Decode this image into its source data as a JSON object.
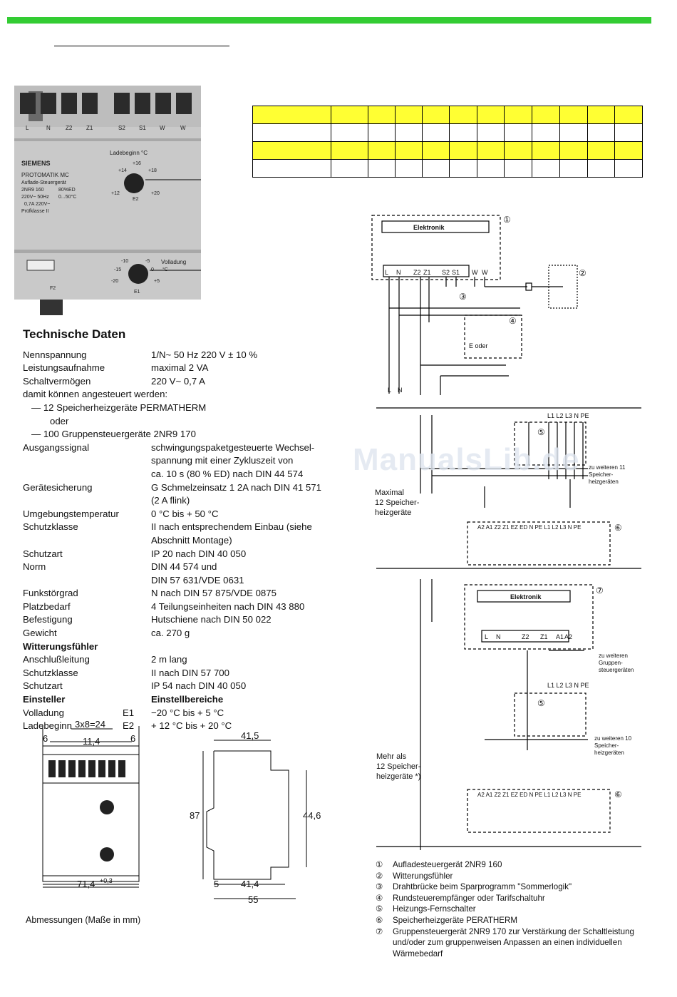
{
  "device": {
    "terminals": [
      "L",
      "N",
      "Z2",
      "Z1",
      "S2",
      "S1",
      "W",
      "W"
    ],
    "brand": "SIEMENS",
    "model": "PROTOMATIK MC",
    "desc1": "Auflade-Steuergerät",
    "desc2": "2NR9 160",
    "desc2b": "80%ED",
    "desc3": "220V~ 50Hz",
    "desc3b": "0...50°C",
    "desc4": "0,7A 220V~",
    "desc5": "Prüfklasse II",
    "dial1_title": "Ladebeginn °C",
    "dial1_scale": [
      "+14",
      "+16",
      "+18",
      "+12",
      "+20"
    ],
    "dial1_id": "E2",
    "dial2_title": "Volladung",
    "dial2_unit": "°C",
    "dial2_scale": [
      "-10",
      "-5",
      "-15",
      "0",
      "-20",
      "+5"
    ],
    "dial2_id": "E1",
    "fuse": "F2"
  },
  "spec": {
    "title": "Technische Daten",
    "rows": [
      {
        "label": "Nennspannung",
        "value": "1/N~  50 Hz  220 V ± 10 %"
      },
      {
        "label": "Leistungsaufnahme",
        "value": "maximal 2 VA"
      },
      {
        "label": "Schaltvermögen",
        "value": "220 V~ 0,7 A"
      }
    ],
    "controls_intro": "damit können angesteuert werden:",
    "controls_1": "—  12 Speicherheizgeräte PERMATHERM",
    "controls_or": "oder",
    "controls_2": "—  100 Gruppensteuergeräte 2NR9 170",
    "ausgang_label": "Ausgangssignal",
    "ausgang_1": "schwingungspaketgesteuerte  Wechsel-",
    "ausgang_2": "spannung mit einer Zykluszeit von",
    "ausgang_3": "ca. 10 s (80 % ED) nach DIN 44 574",
    "sich_label": "Gerätesicherung",
    "sich_1": "G Schmelzeinsatz 1 2A nach DIN 41 571",
    "sich_2": "(2 A flink)",
    "umg_label": "Umgebungstemperatur",
    "umg_value": "0 °C bis + 50 °C",
    "sk_label": "Schutzklasse",
    "sk_1": "II nach entsprechendem Einbau (siehe",
    "sk_2": "Abschnitt Montage)",
    "sa_label": "Schutzart",
    "sa_value": "IP 20 nach DIN 40 050",
    "norm_label": "Norm",
    "norm_1": "DIN 44 574 und",
    "norm_2": "DIN 57 631/VDE 0631",
    "rows2": [
      {
        "label": "Funkstörgrad",
        "value": "N nach DIN 57 875/VDE 0875"
      },
      {
        "label": "Platzbedarf",
        "value": "4 Teilungseinheiten nach DIN 43 880"
      },
      {
        "label": "Befestigung",
        "value": "Hutschiene nach DIN 50 022"
      },
      {
        "label": "Gewicht",
        "value": "ca. 270 g"
      }
    ],
    "wf_title": "Witterungsfühler",
    "rows3": [
      {
        "label": "Anschlußleitung",
        "value": "2 m lang"
      },
      {
        "label": "Schutzklasse",
        "value": "II nach DIN 57 700"
      },
      {
        "label": "Schutzart",
        "value": "IP 54 nach DIN 40 050"
      }
    ],
    "einsteller": "Einsteller",
    "einstellbereiche": "Einstellbereiche",
    "e_rows": [
      {
        "label": "Volladung",
        "id": "E1",
        "value": "−20 °C bis + 5 °C"
      },
      {
        "label": "Ladebeginn",
        "id": "E2",
        "value": "+ 12 °C bis + 20 °C"
      }
    ]
  },
  "dims": {
    "top1": "3x8=24",
    "six_l": "6",
    "mid": "11,4",
    "six_r": "6",
    "width": "71,4",
    "tol": "+0,3",
    "h87": "87",
    "w41_5": "41,5",
    "h44_6": "44,6",
    "w5": "5",
    "w41_4": "41,4",
    "w55": "55",
    "caption": "Abmessungen (Maße in mm)"
  },
  "diagram": {
    "elektronik": "Elektronik",
    "terms": [
      "L",
      "N",
      "Z2",
      "Z1",
      "S2",
      "S1",
      "W",
      "W"
    ],
    "n1": "①",
    "n2": "②",
    "n3": "③",
    "n4": "④",
    "n5": "⑤",
    "n6": "⑥",
    "n7": "⑦",
    "oder": "E oder",
    "L": "L",
    "N": "N",
    "phases": "L1 L2 L3 N PE",
    "zu11_1": "zu weiteren 11",
    "zu11_2": "Speicher-",
    "zu11_3": "heizgeräten",
    "max_1": "Maximal",
    "max_2": "12 Speicher-",
    "max_3": "heizgeräte",
    "heater_terms": "A2 A1 Z2 Z1  EZ ED N PE  L1 L2 L3 N PE",
    "terms7": [
      "L",
      "N",
      "Z2",
      "Z1",
      "A1",
      "A2"
    ],
    "zug_1": "zu weiteren",
    "zug_2": "Gruppen-",
    "zug_3": "steuergeräten",
    "zu10_1": "zu weiteren 10",
    "zu10_2": "Speicher-",
    "zu10_3": "heizgeräten",
    "mehr_1": "Mehr als",
    "mehr_2": "12 Speicher-",
    "mehr_3": "heizgeräte *)"
  },
  "legend": [
    {
      "num": "①",
      "text": "Aufladesteuergerät 2NR9 160"
    },
    {
      "num": "②",
      "text": "Witterungsfühler"
    },
    {
      "num": "③",
      "text": "Drahtbrücke beim Sparprogramm \"Sommerlogik\""
    },
    {
      "num": "④",
      "text": "Rundsteuerempfänger oder Tarifschaltuhr"
    },
    {
      "num": "⑤",
      "text": "Heizungs-Fernschalter"
    },
    {
      "num": "⑥",
      "text": "Speicherheizgeräte PERATHERM"
    },
    {
      "num": "⑦",
      "text": "Gruppensteuergerät 2NR9 170 zur Verstärkung der Schaltleistung und/oder zum gruppenweisen Anpassen an einen individuellen Wärmebedarf"
    }
  ],
  "watermark": "ManualsLib.de",
  "colors": {
    "topbar": "#33cc33",
    "table_yellow": "#ffff33"
  }
}
